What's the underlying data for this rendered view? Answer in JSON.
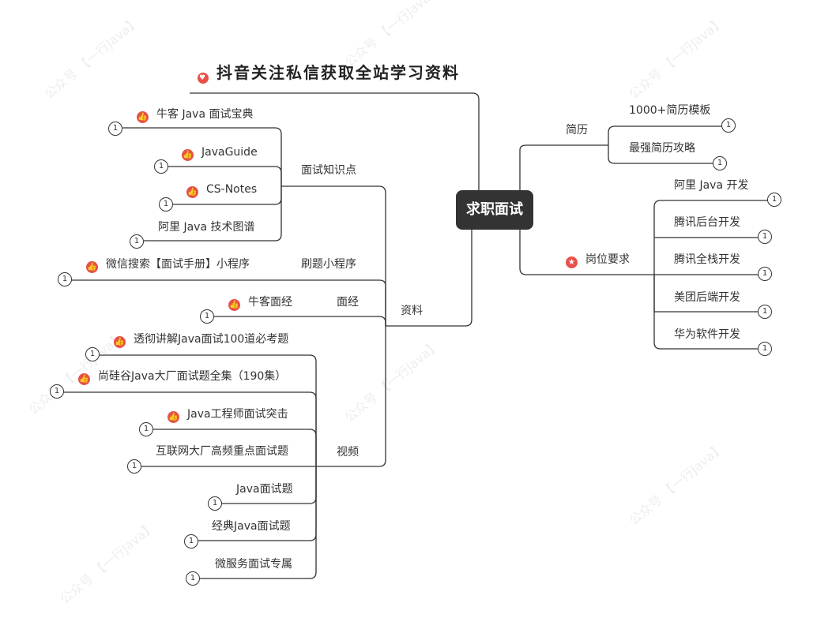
{
  "banner": "抖音关注私信获取全站学习资料",
  "center": "求职面试",
  "branches": {
    "resume": "简历",
    "jobs": "岗位要求",
    "materials": "资料"
  },
  "resume_items": [
    "1000+简历模板",
    "最强简历攻略"
  ],
  "job_items": [
    "阿里 Java 开发",
    "腾讯后台开发",
    "腾讯全栈开发",
    "美团后端开发",
    "华为软件开发"
  ],
  "material_groups": {
    "knowledge": "面试知识点",
    "miniprogram": "刷题小程序",
    "interview": "面经",
    "video": "视频"
  },
  "knowledge_items": [
    "牛客 Java 面试宝典",
    "JavaGuide",
    "CS-Notes",
    "阿里 Java 技术图谱"
  ],
  "miniprogram_items": [
    "微信搜索【面试手册】小程序"
  ],
  "interview_items": [
    "牛客面经"
  ],
  "video_items": [
    "透彻讲解Java面试100道必考题",
    "尚硅谷Java大厂面试题全集（190集）",
    "Java工程师面试突击",
    "互联网大厂高频重点面试题",
    "Java面试题",
    "经典Java面试题",
    "微服务面试专属"
  ],
  "badge_value": "1",
  "watermark": "公众号 【一行Java】",
  "colors": {
    "icon": "#e8504a",
    "center_bg": "#333333",
    "line": "#333333"
  },
  "icons": {
    "banner": "heart-icon",
    "like": "thumbs-up-icon",
    "star": "star-icon"
  }
}
